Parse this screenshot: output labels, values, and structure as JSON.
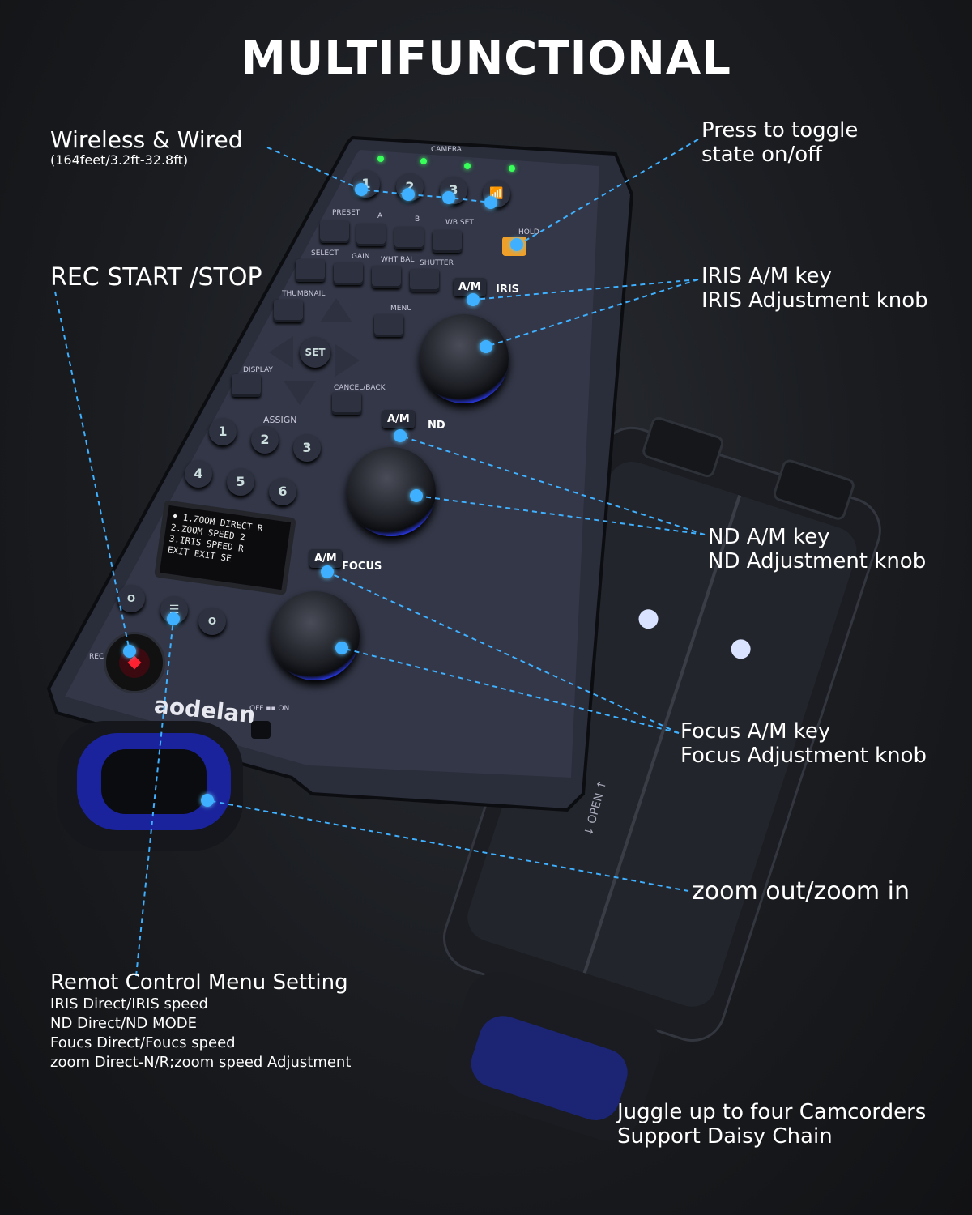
{
  "title": "MULTIFUNCTIONAL",
  "callouts": {
    "wireless": {
      "title": "Wireless & Wired",
      "sub": "(164feet/3.2ft-32.8ft)"
    },
    "toggle": {
      "line1": "Press to toggle",
      "line2": "state on/off"
    },
    "rec": "REC START /STOP",
    "iris": {
      "line1": "IRIS A/M key",
      "line2": "IRIS Adjustment knob"
    },
    "nd": {
      "line1": "ND A/M key",
      "line2": "ND Adjustment knob"
    },
    "focus": {
      "line1": "Focus A/M key",
      "line2": "Focus Adjustment knob"
    },
    "zoom": "zoom out/zoom in",
    "menu": {
      "head": "Remot Control Menu Setting",
      "lines": [
        "IRIS Direct/IRIS speed",
        "ND Direct/ND MODE",
        "Foucs Direct/Foucs speed",
        "zoom Direct-N/R;zoom speed Adjustment"
      ]
    },
    "juggle": {
      "line1": "Juggle up to four Camcorders",
      "line2": "Support Daisy Chain"
    }
  },
  "device": {
    "brand": "aodelan",
    "camera_label": "CAMERA",
    "camera_buttons": [
      "1",
      "2",
      "3"
    ],
    "preset_labels": [
      "PRESET",
      "A",
      "B",
      "WB SET"
    ],
    "hold_label": "HOLD",
    "row2_labels": [
      "SELECT",
      "GAIN",
      "WHT BAL",
      "SHUTTER"
    ],
    "thumbnail": "THUMBNAIL",
    "menu": "MENU",
    "set": "SET",
    "display": "DISPLAY",
    "cancel": "CANCEL/BACK",
    "assign": "ASSIGN",
    "assign_buttons": [
      "1",
      "2",
      "3",
      "4",
      "5",
      "6"
    ],
    "am": "A/M",
    "iris": "IRIS",
    "nd": "ND",
    "focus": "FOCUS",
    "lcd_lines": [
      "♦ 1.ZOOM DIRECT R",
      "2.ZOOM SPEED   2",
      "3.IRIS SPEED    R",
      "EXIT     EXIT     SE"
    ],
    "rec": "REC",
    "power": "OFF ▪▪ ON",
    "open": "↓ OPEN ↑"
  }
}
